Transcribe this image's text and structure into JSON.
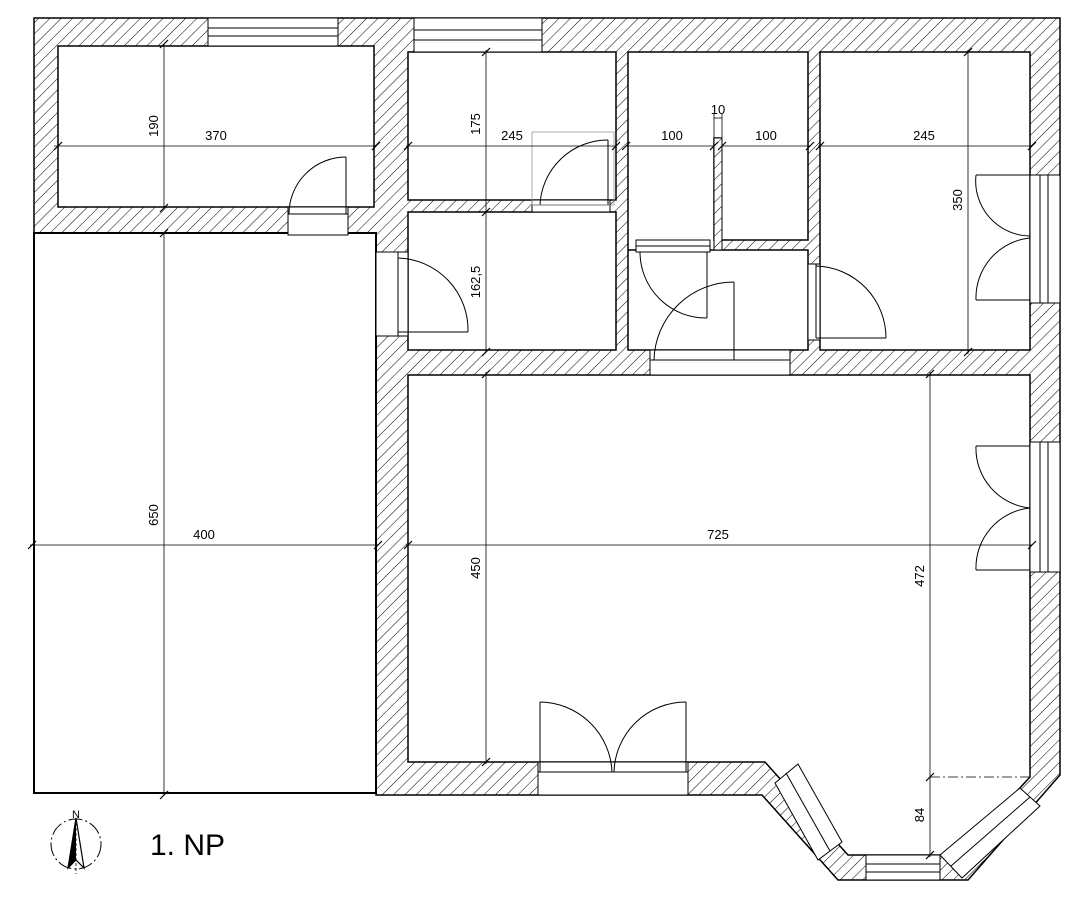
{
  "title": "1. NP",
  "north_label": "N",
  "colors": {
    "wall_stroke": "#000000",
    "hatch": "#000000",
    "background": "#ffffff"
  },
  "dimensions": {
    "d190": "190",
    "d370": "370",
    "d175": "175",
    "d245a": "245",
    "d10": "10",
    "d100a": "100",
    "d100b": "100",
    "d245b": "245",
    "d350": "350",
    "d1625": "162,5",
    "d650": "650",
    "d400": "400",
    "d450": "450",
    "d725": "725",
    "d472": "472",
    "d84": "84"
  }
}
